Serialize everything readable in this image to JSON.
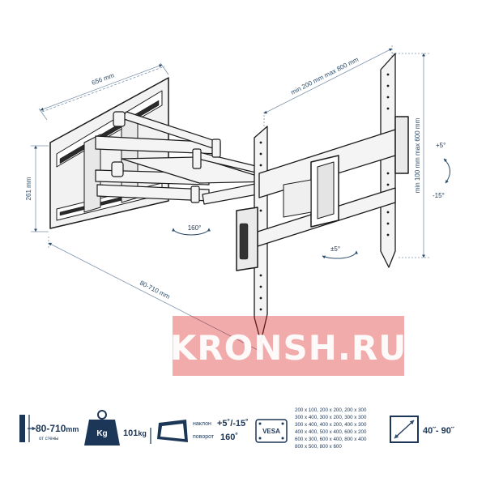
{
  "dimensions": {
    "width_label": "656 mm",
    "height_label": "261 mm",
    "extension_label": "80-710 mm",
    "vesa_horizontal_label": "min 200 mm max 800 mm",
    "vesa_vertical_label": "min 100 mm max 600 mm"
  },
  "angles": {
    "swivel_arm": "160°",
    "rotation": "±5°",
    "tilt_up": "+5°",
    "tilt_down": "-15°"
  },
  "watermark": "KRONSH.RU",
  "specs": {
    "distance": {
      "value": "80-710",
      "unit": "mm",
      "caption": "от стены"
    },
    "weight": {
      "icon_label": "Kg",
      "value": "101",
      "unit": "kg"
    },
    "tilt": {
      "label": "наклон",
      "value": "+5˚/-15˚"
    },
    "swivel": {
      "label": "поворот",
      "value": "160˚"
    },
    "vesa": {
      "title": "VESA",
      "rows": [
        "200 x 100, 200 x 200, 200 x 300",
        "300 x 400, 300 x 200, 300 x 300",
        "300 x 400, 400 x 200, 400 x 300",
        "400 x 400, 500 x 400, 600 x 200",
        "600 x 300, 600 x 400, 800 x 400",
        "800 x 500, 800 x 600"
      ]
    },
    "screen_size": "40˝- 90˝"
  }
}
